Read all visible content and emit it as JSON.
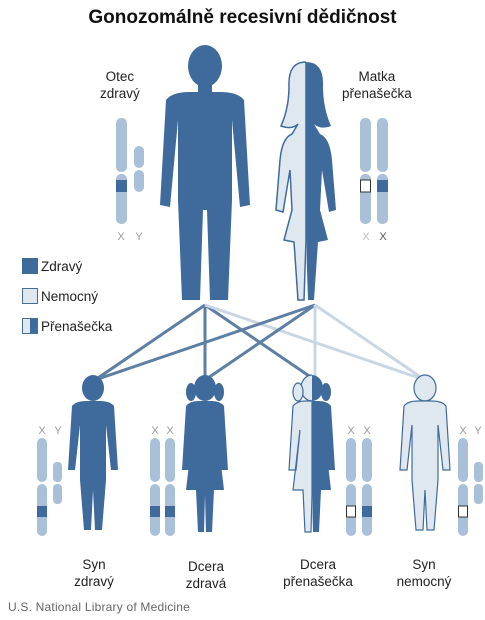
{
  "title": "Gonozomálně recesivní dědičnost",
  "colors": {
    "healthy": "#3f6b9c",
    "sick": "#dfe7ef",
    "chromosome": "#a9c0d8",
    "line": "#5d7fa4"
  },
  "parents": {
    "father": {
      "label_line1": "Otec",
      "label_line2": "zdravý",
      "chromosomes": [
        "X",
        "Y"
      ]
    },
    "mother": {
      "label_line1": "Matka",
      "label_line2": "přenašečka",
      "chromosomes": [
        "X",
        "X"
      ]
    }
  },
  "legend": {
    "healthy": "Zdravý",
    "sick": "Nemocný",
    "carrier": "Přenašečka"
  },
  "children": [
    {
      "label_line1": "Syn",
      "label_line2": "zdravý",
      "chromosomes": [
        "X",
        "Y"
      ]
    },
    {
      "label_line1": "Dcera",
      "label_line2": "zdravá",
      "chromosomes": [
        "X",
        "X"
      ]
    },
    {
      "label_line1": "Dcera",
      "label_line2": "přenašečka",
      "chromosomes": [
        "X",
        "X"
      ]
    },
    {
      "label_line1": "Syn",
      "label_line2": "nemocný",
      "chromosomes": [
        "X",
        "Y"
      ]
    }
  ],
  "credit": "U.S. National Library of Medicine"
}
